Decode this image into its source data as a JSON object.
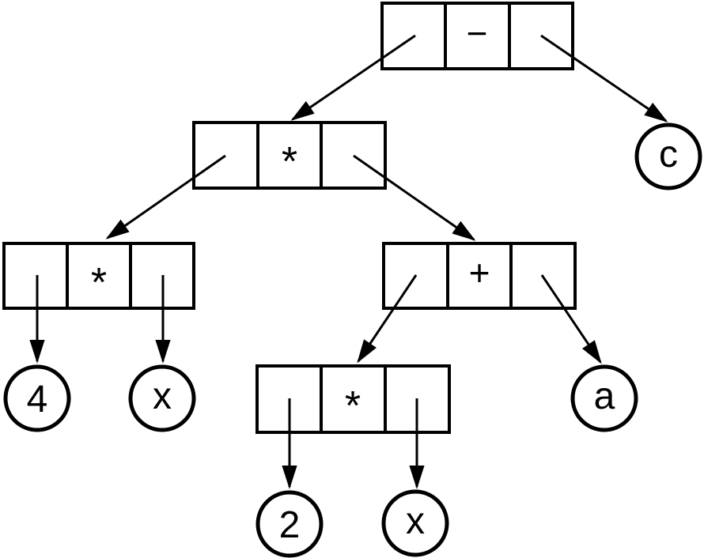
{
  "colors": {
    "stroke": "#000000",
    "background": "#ffffff"
  },
  "tree": {
    "root": {
      "symbol": "−"
    },
    "level2": {
      "symbol": "*"
    },
    "level3_left": {
      "symbol": "*"
    },
    "level3_right": {
      "symbol": "+"
    },
    "level4": {
      "symbol": "*"
    },
    "leaves": {
      "c": "c",
      "four": "4",
      "x_mid": "x",
      "a": "a",
      "two": "2",
      "x_bottom": "x"
    }
  }
}
